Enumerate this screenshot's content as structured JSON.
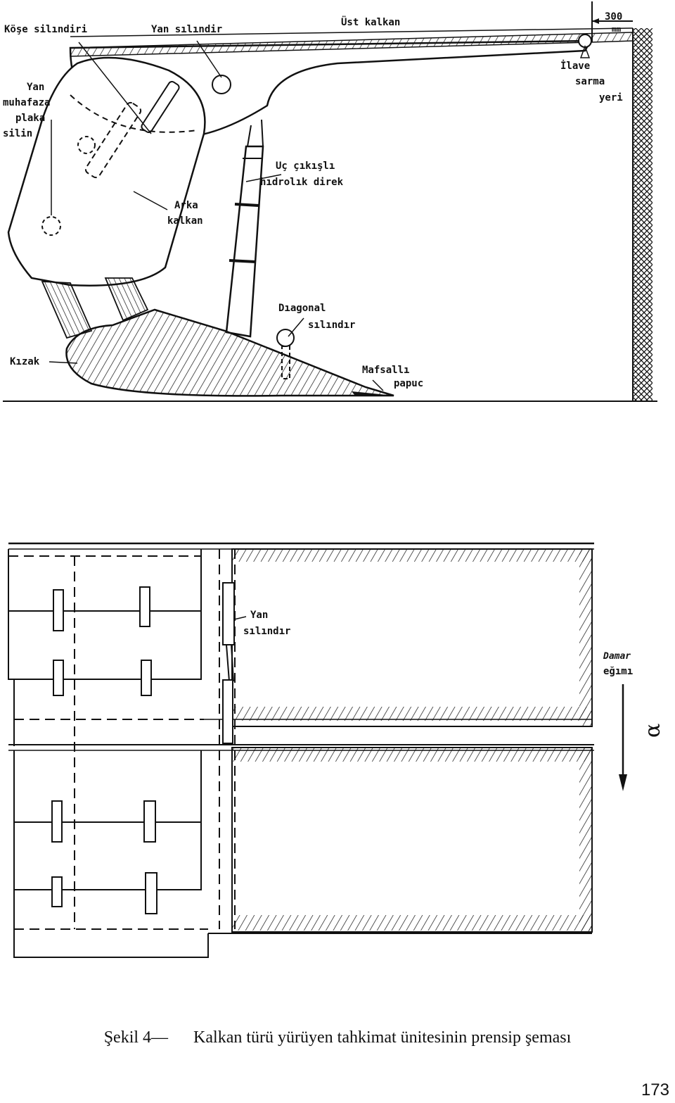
{
  "top_view": {
    "labels": {
      "kose_silindiri": "Köşe silındiri",
      "yan_silindir": "Yan sılındir",
      "ust_kalkan": "Üst kalkan",
      "dim_300": "300",
      "dim_mm": "mm",
      "ilave_1": "İlave",
      "ilave_2": "sarma",
      "ilave_3": "yeri",
      "yan_muhafaza_1": "Yan",
      "yan_muhafaza_2": "muhafaza",
      "yan_muhafaza_3": "plaka",
      "yan_muhafaza_4": "silin",
      "uc_cikisli_1": "Uç çıkışlı",
      "uc_cikisli_2": "hıdrolık direk",
      "arka_kalkan_1": "Arka",
      "arka_kalkan_2": "kalkan",
      "diagonal_1": "Dıagonal",
      "diagonal_2": "sılındır",
      "kizak": "Kızak",
      "mafsalli_1": "Mafsallı",
      "mafsalli_2": "papuc"
    }
  },
  "plan_view": {
    "labels": {
      "yan_1": "Yan",
      "yan_2": "sılındır",
      "damar_1": "Damar",
      "damar_2": "eğımı",
      "alpha": "α"
    }
  },
  "caption": {
    "figure": "Şekil 4—",
    "text": "Kalkan türü yürüyen tahkimat ünitesinin prensip şeması"
  },
  "page_number": "173"
}
